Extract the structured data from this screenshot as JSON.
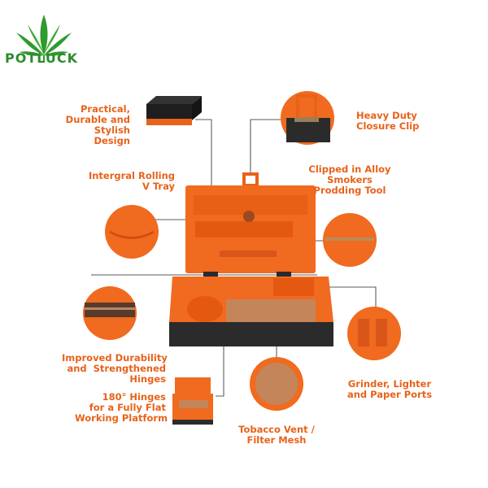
{
  "brand": {
    "name": "POTLUCK",
    "leaf_color": "#2e9b2e"
  },
  "callouts": {
    "practical": "Practical,\nDurable and\nStylish\nDesign",
    "heavy_duty": "Heavy Duty\nClosure Clip",
    "rolling_tray": "Intergral Rolling\nV Tray",
    "poking_tool": "Clipped in Alloy\nSmokers\nProdding Tool",
    "hinges": "Improved Durability\nand  Strengthened\nHinges",
    "flat_platform": "180° Hinges\nfor a Fully Flat\nWorking Platform",
    "filter_mesh": "Tobacco Vent /\nFilter Mesh",
    "ports": "Grinder, Lighter\nand Paper Ports"
  },
  "colors": {
    "accent": "#e8621a",
    "case_orange": "#f06a1f",
    "case_dark": "#2b2b2b"
  }
}
